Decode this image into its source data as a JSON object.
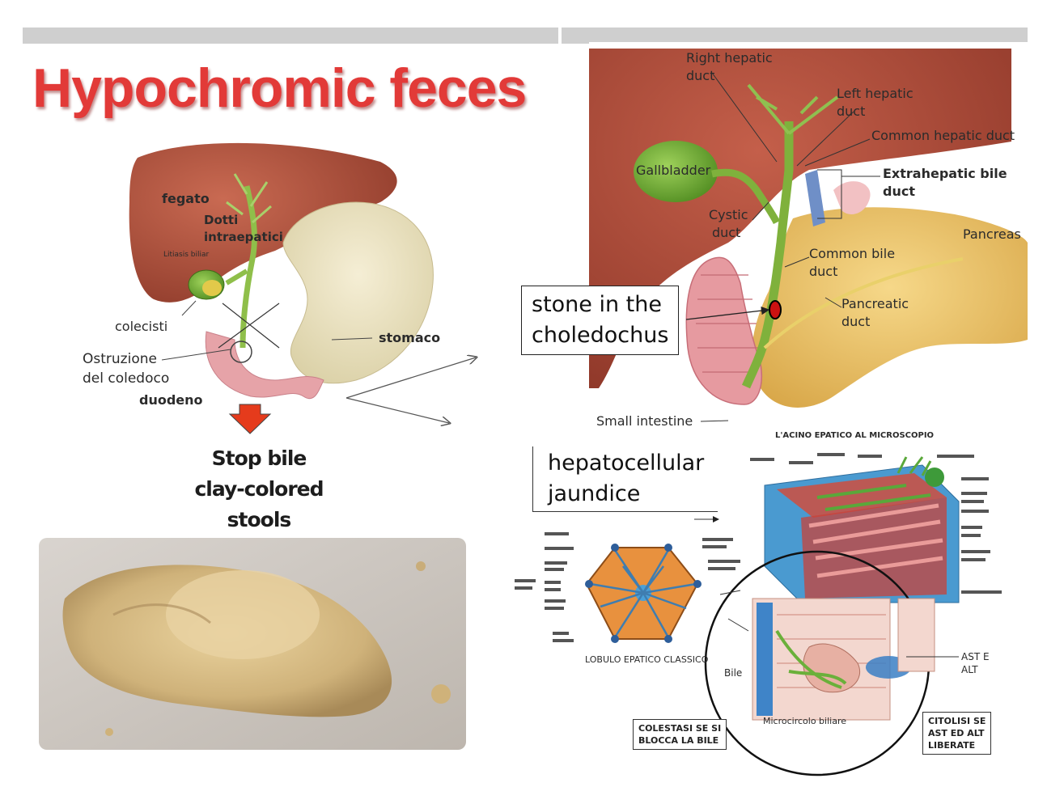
{
  "title": "Hypochromic feces",
  "left_diagram": {
    "labels": {
      "fegato": "fegato",
      "dotti_1": "Dotti",
      "dotti_2": "intraepatici",
      "litiasi": "Litiasis biliar",
      "colecisti": "colecisti",
      "ostruzione_1": "Ostruzione",
      "ostruzione_2": "del coledoco",
      "duodeno": "duodeno",
      "stomaco": "stomaco"
    },
    "stop_bile": "Stop bile",
    "clay_colored": "clay-colored stools"
  },
  "right_top_diagram": {
    "labels": {
      "right_hepatic_1": "Right hepatic",
      "right_hepatic_2": "duct",
      "left_hepatic_1": "Left hepatic",
      "left_hepatic_2": "duct",
      "common_hepatic": "Common hepatic duct",
      "gallbladder": "Gallbladder",
      "extrahepatic_1": "Extrahepatic bile",
      "extrahepatic_2": "duct",
      "cystic_1": "Cystic",
      "cystic_2": "duct",
      "pancreas": "Pancreas",
      "common_bile_1": "Common bile",
      "common_bile_2": "duct",
      "pancreatic_1": "Pancreatic",
      "pancreatic_2": "duct",
      "small_intestine": "Small intestine"
    },
    "stone_box": [
      "stone in the",
      "choledochus"
    ]
  },
  "right_bottom_diagram": {
    "acino_title": "L'ACINO EPATICO AL MICROSCOPIO",
    "hepatocellular_box": [
      "hepatocellular",
      "jaundice"
    ],
    "lobulo": "LOBULO EPATICO CLASSICO",
    "bile": "Bile",
    "microcircolo": "Microcircolo biliare",
    "ast_alt_1": "AST E",
    "ast_alt_2": "ALT",
    "colestasi": [
      "COLESTASI SE SI",
      "BLOCCA LA BILE"
    ],
    "citolisi": [
      "CITOLISI SE",
      "AST ED ALT",
      "LIBERATE"
    ]
  },
  "colors": {
    "title": "#e23a38",
    "liver": "#b5543d",
    "gallbladder": "#6aa52e",
    "pancreas": "#e8c26a",
    "intestine": "#e39aa0",
    "feces": "#d9c08e",
    "arrow": "#e53b1c"
  }
}
